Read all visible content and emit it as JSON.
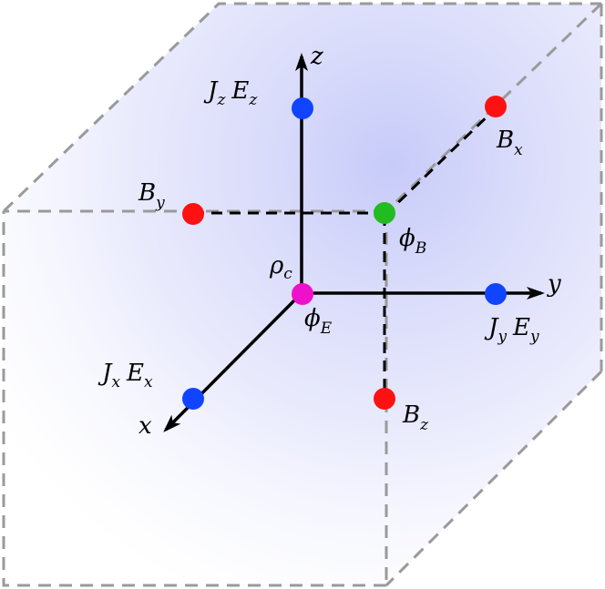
{
  "axes": {
    "x": {
      "label": "x"
    },
    "y": {
      "label": "y"
    },
    "z": {
      "label": "z"
    }
  },
  "nodes": {
    "rho": {
      "main": "ρ",
      "sub": "c",
      "color": "#ee11cc"
    },
    "phiE": {
      "main": "ϕ",
      "sub": "E"
    },
    "phiB": {
      "main": "ϕ",
      "sub": "B",
      "color": "#22bb22"
    },
    "Bx": {
      "main": "B",
      "sub": "x",
      "color": "#ff1111"
    },
    "By": {
      "main": "B",
      "sub": "y",
      "color": "#ff1111"
    },
    "Bz": {
      "main": "B",
      "sub": "z",
      "color": "#ff1111"
    },
    "JxEx": {
      "j": "J",
      "jsub": "x",
      "e": "E",
      "esub": "x",
      "color": "#1144ff"
    },
    "JyEy": {
      "j": "J",
      "jsub": "y",
      "e": "E",
      "esub": "y",
      "color": "#1144ff"
    },
    "JzEz": {
      "j": "J",
      "jsub": "z",
      "e": "E",
      "esub": "z",
      "color": "#1144ff"
    }
  },
  "colors": {
    "cube_fill": "#c8ccf5",
    "cube_edge": "#9a9a9a",
    "axis": "#000000"
  }
}
